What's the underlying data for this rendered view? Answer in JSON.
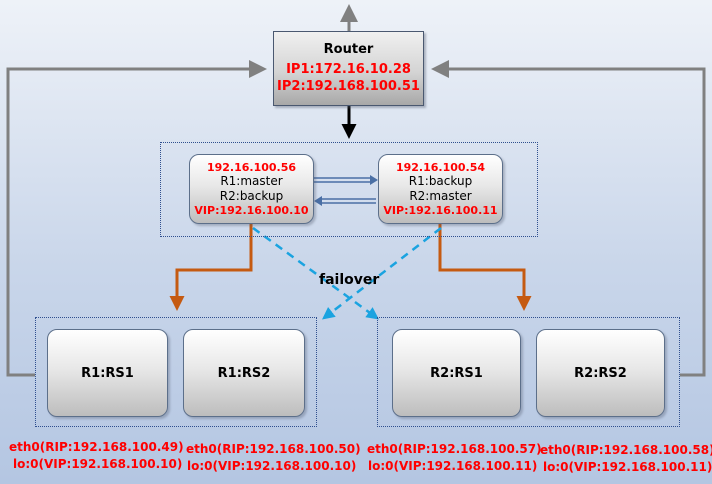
{
  "router": {
    "title": "Router",
    "ip1": "IP1:172.16.10.28",
    "ip2": "IP2:192.168.100.51"
  },
  "directors": [
    {
      "ip": "192.16.100.56",
      "r1": "R1:master",
      "r2": "R2:backup",
      "vip": "VIP:192.16.100.10"
    },
    {
      "ip": "192.16.100.54",
      "r1": "R1:backup",
      "r2": "R2:master",
      "vip": "VIP:192.16.100.11"
    }
  ],
  "failover_label": "failover",
  "real_servers": [
    {
      "name": "R1:RS1",
      "eth0": "eth0(RIP:192.168.100.49)",
      "lo": "lo:0(VIP:192.168.100.10)"
    },
    {
      "name": "R1:RS2",
      "eth0": "eth0(RIP:192.168.100.50)",
      "lo": "lo:0(VIP:192.168.100.10)"
    },
    {
      "name": "R2:RS1",
      "eth0": "eth0(RIP:192.168.100.57)",
      "lo": "lo:0(VIP:192.168.100.11)"
    },
    {
      "name": "R2:RS2",
      "eth0": "eth0(RIP:192.168.100.58)",
      "lo": "lo:0(VIP:192.168.100.11)"
    }
  ],
  "colors": {
    "label_red": "#ff0000",
    "orange_link": "#c55a11",
    "failover_blue": "#1aa3e0",
    "gray_link": "#808080"
  }
}
